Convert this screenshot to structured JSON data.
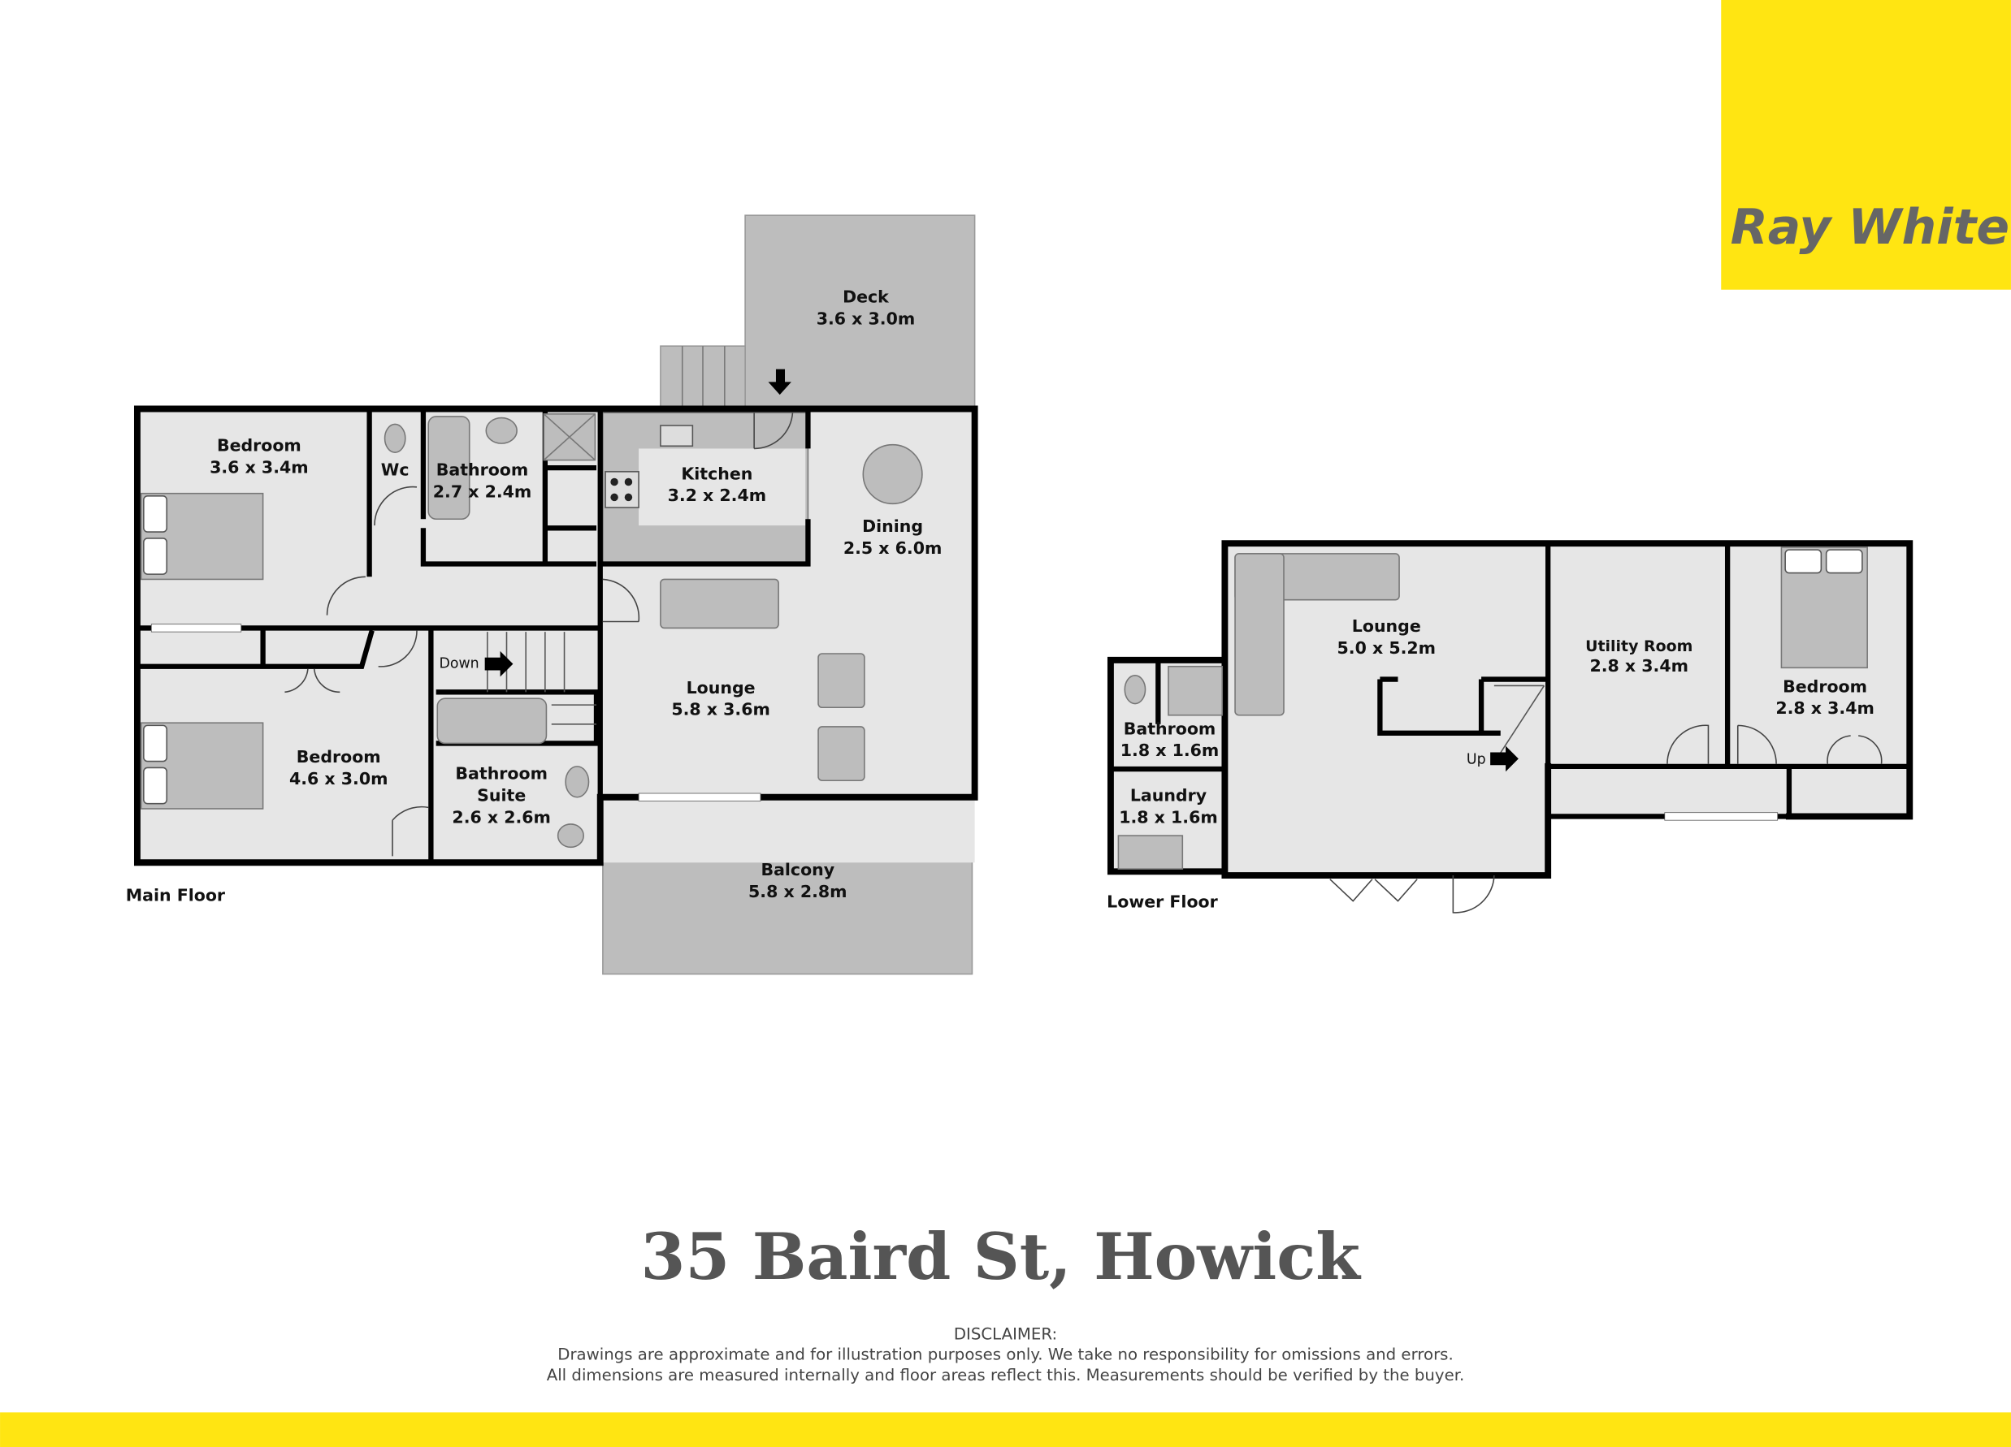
{
  "brand": {
    "name": "Ray White",
    "color": "#ffe512",
    "text_color": "#666666"
  },
  "main_floor": {
    "label": "Main Floor",
    "rooms": [
      {
        "name": "Deck",
        "size": "3.6 x 3.0m"
      },
      {
        "name": "Bedroom",
        "size": "3.6 x 3.4m"
      },
      {
        "name": "Wc",
        "size": ""
      },
      {
        "name": "Bathroom",
        "size": "2.7 x 2.4m"
      },
      {
        "name": "Kitchen",
        "size": "3.2 x 2.4m"
      },
      {
        "name": "Dining",
        "size": "2.5 x 6.0m"
      },
      {
        "name": "Lounge",
        "size": "5.8 x 3.6m"
      },
      {
        "name": "Bedroom",
        "size": "4.6 x 3.0m"
      },
      {
        "name": "Bathroom",
        "size": "Suite"
      },
      {
        "name": "2.6 x 2.6m",
        "size": ""
      },
      {
        "name": "Balcony",
        "size": "5.8 x 2.8m"
      }
    ],
    "stairs_label": "Down"
  },
  "lower_floor": {
    "label": "Lower Floor",
    "rooms": [
      {
        "name": "Lounge",
        "size": "5.0 x 5.2m"
      },
      {
        "name": "Utility Room",
        "size": "2.8 x 3.4m"
      },
      {
        "name": "Bedroom",
        "size": "2.8 x 3.4m"
      },
      {
        "name": "Bathroom",
        "size": "1.8 x 1.6m"
      },
      {
        "name": "Laundry",
        "size": "1.8 x 1.6m"
      }
    ],
    "stairs_label": "Up"
  },
  "address": "35 Baird St, Howick",
  "disclaimer": {
    "heading": "DISCLAIMER:",
    "line1": "Drawings are approximate and for illustration purposes only. We take no responsibility for omissions and errors.",
    "line2": "All dimensions are measured internally and floor areas reflect this. Measurements should be verified by the buyer."
  }
}
